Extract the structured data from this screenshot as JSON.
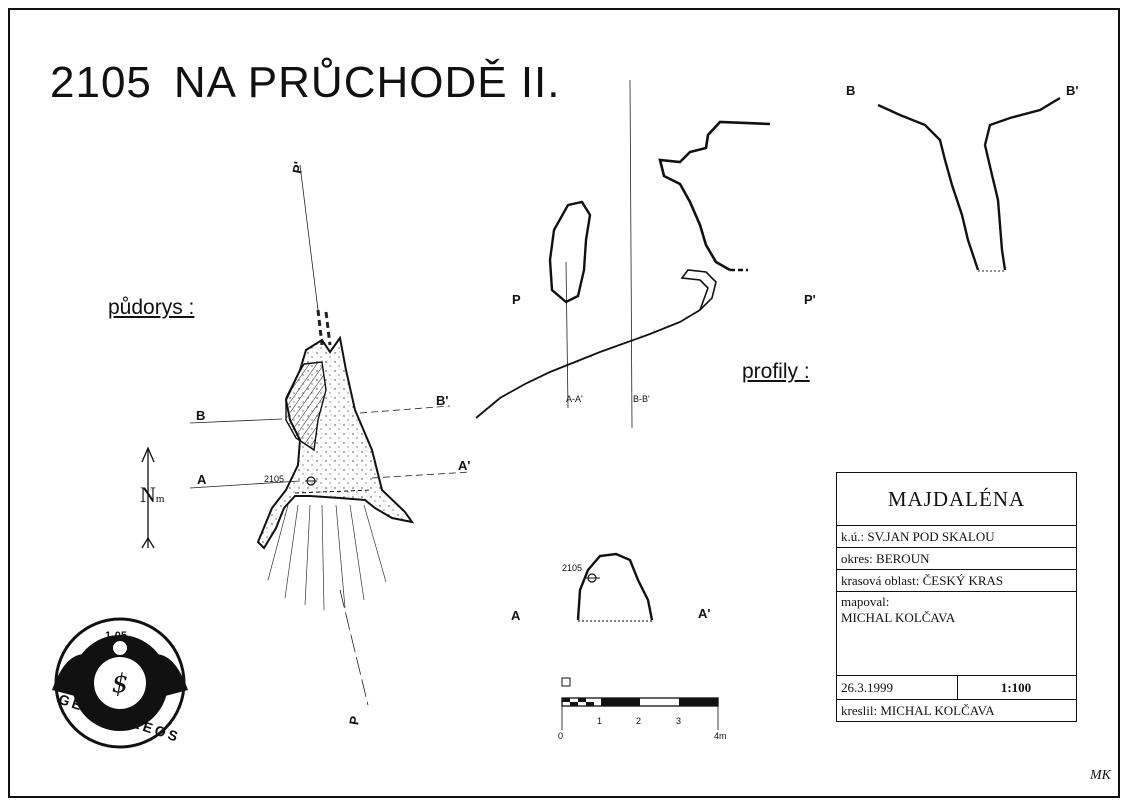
{
  "title": {
    "number": "2105",
    "name": "NA PRŮCHODĚ II."
  },
  "plan": {
    "label": "půdorys :",
    "north": "N",
    "north_sub": "m",
    "sections": {
      "a": "A",
      "a2": "A'",
      "b": "B",
      "b2": "B'",
      "p": "P",
      "p2": "P'"
    },
    "station": "2105"
  },
  "profiles": {
    "label": "profily :",
    "p": "P",
    "p2": "P'",
    "b": "B",
    "b2": "B'",
    "a": "A",
    "a2": "A'",
    "aa": "A-A'",
    "bb": "B-B'",
    "station": "2105"
  },
  "scale_bar": {
    "ticks": [
      "0",
      "1",
      "2",
      "3",
      "4m"
    ]
  },
  "logo": {
    "top_text": "1-05",
    "ring_text": "GEOSPELEOS"
  },
  "title_block": {
    "name": "MAJDALÉNA",
    "ku": "k.ú.: SV.JAN POD SKALOU",
    "okres": "okres: BEROUN",
    "karst": "krasová oblast: ČESKÝ KRAS",
    "mapped_label": "mapoval:",
    "mapped_by": "MICHAL KOLČAVA",
    "date": "26.3.1999",
    "scale": "1:100",
    "drawn": "kreslil: MICHAL KOLČAVA"
  },
  "signature": "MK"
}
